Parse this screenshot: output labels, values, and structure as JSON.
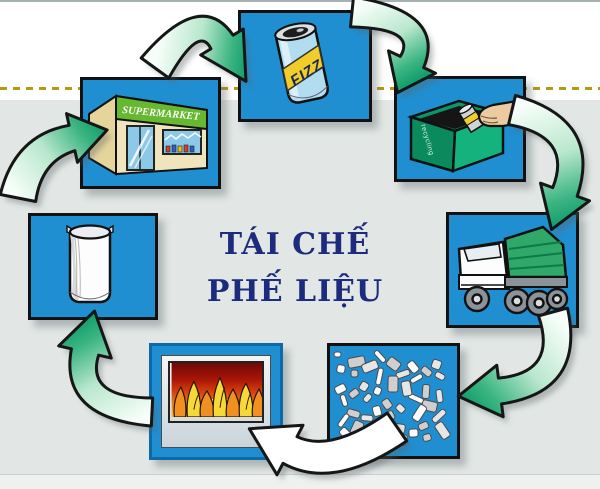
{
  "title": {
    "line1": "TÁI CHẾ",
    "line2": "PHẾ LIỆU",
    "color": "#1c2b7d"
  },
  "stages": {
    "soda_can": {
      "name": "soda-can",
      "brand": "FIZZ"
    },
    "recycling_bin": {
      "name": "recycling-bin",
      "label": "recycling"
    },
    "garbage_truck": {
      "name": "garbage-truck"
    },
    "shredded_metal": {
      "name": "shredded-metal"
    },
    "furnace": {
      "name": "furnace"
    },
    "new_can": {
      "name": "new-blank-can"
    },
    "supermarket": {
      "name": "supermarket",
      "sign_text": "SUPERMARKET"
    }
  },
  "flow": [
    {
      "from": "supermarket",
      "to": "soda-can",
      "style": "green"
    },
    {
      "from": "soda-can",
      "to": "recycling-bin",
      "style": "green"
    },
    {
      "from": "recycling-bin",
      "to": "garbage-truck",
      "style": "green"
    },
    {
      "from": "garbage-truck",
      "to": "shredded-metal",
      "style": "green"
    },
    {
      "from": "shredded-metal",
      "to": "furnace",
      "style": "white"
    },
    {
      "from": "furnace",
      "to": "new-blank-can",
      "style": "green"
    },
    {
      "from": "new-blank-can",
      "to": "supermarket",
      "style": "green"
    }
  ],
  "colors": {
    "box_blue": "#1f8fd2",
    "outline": "#111111",
    "arrow_green": "#0f9c6b",
    "arrow_white": "#ffffff",
    "background": "#e2e7e5",
    "top_band": "#ffffff",
    "dashed_line": "#b39a10",
    "title_navy": "#1c2b7d",
    "sign_green": "#66b830",
    "fire_yellow": "#f6c030"
  }
}
